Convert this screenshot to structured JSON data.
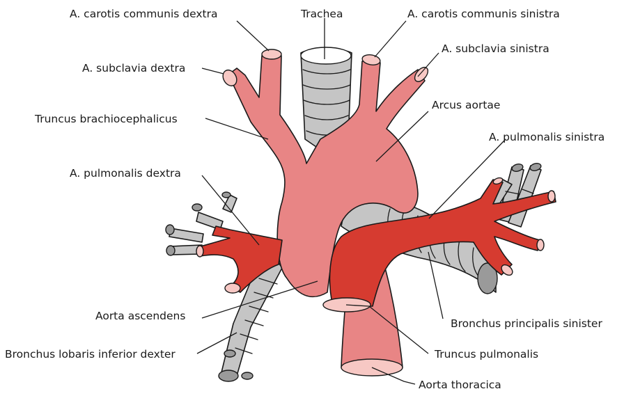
{
  "colors": {
    "aorta": "#e88585",
    "aorta_lumen": "#f7c8c4",
    "pulmonary_artery": "#d63b30",
    "airway": "#c5c5c5",
    "airway_dark": "#8f8f8f",
    "outline": "#1a1a1a"
  },
  "labels": {
    "carotis_dextra": "A. carotis communis dextra",
    "trachea": "Trachea",
    "carotis_sinistra": "A. carotis communis sinistra",
    "subclavia_dextra": "A. subclavia dextra",
    "subclavia_sinistra": "A. subclavia sinistra",
    "truncus_brachiocephalicus": "Truncus brachiocephalicus",
    "arcus_aortae": "Arcus aortae",
    "pulmonalis_sinistra": "A. pulmonalis sinistra",
    "pulmonalis_dextra": "A. pulmonalis dextra",
    "aorta_ascendens": "Aorta ascendens",
    "bronchus_principalis_sinister": "Bronchus principalis sinister",
    "bronchus_lobaris_inferior_dexter": "Bronchus lobaris inferior dexter",
    "truncus_pulmonalis": "Truncus pulmonalis",
    "aorta_thoracica": "Aorta thoracica"
  }
}
